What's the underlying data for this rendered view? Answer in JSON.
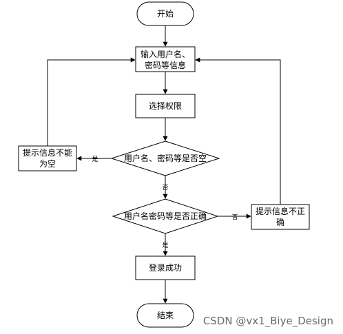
{
  "flowchart": {
    "start": "开始",
    "input_line1": "输入用户名、",
    "input_line2": "密码等信息",
    "select_permission": "选择权限",
    "check_empty": "用户名、密码等是否空",
    "empty_msg_line1": "提示信息不能",
    "empty_msg_line2": "为空",
    "check_correct": "用户名密码等是否正确",
    "incorrect_msg_line1": "提示信息不正",
    "incorrect_msg_line2": "确",
    "login_success": "登录成功",
    "end": "结束",
    "label_yes_empty": "是",
    "label_no_empty": "否",
    "label_no_correct": "否",
    "label_yes_correct": "是"
  },
  "watermark": "CSDN @vx1_Biye_Design"
}
